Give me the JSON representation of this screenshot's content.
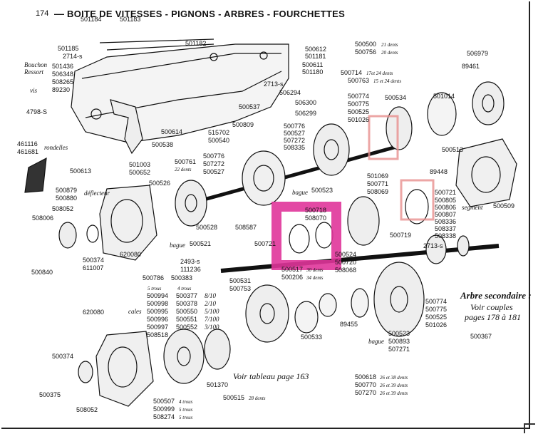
{
  "header": {
    "page_number": "174",
    "title": "BOITE DE VITESSES - PIGNONS - ARBRES - FOURCHETTES"
  },
  "highlights": {
    "primary_color": "#e0359a",
    "secondary_color": "#e8908f"
  },
  "labels": {
    "p501184": "501184",
    "p501183": "501183",
    "p501185": "501185",
    "p2714s_a": "2714-s",
    "p501182": "501182",
    "bouchon": "Bouchon",
    "ressort": "Ressort",
    "vis": "vis",
    "p501436": "501436",
    "p506348": "506348",
    "p508265": "508265",
    "p89230": "89230",
    "p500612": "500612",
    "p501181": "501181",
    "p500611": "500611",
    "p501180": "501180",
    "p500500": "500500",
    "p500500_n": "21 dents",
    "p500756": "500756",
    "p500756_n": "20 dents",
    "p506979": "506979",
    "p89461": "89461",
    "p2713s_a": "2713-s",
    "p506294": "506294",
    "p500714": "500714",
    "p500714_n": "17et 24 dents",
    "p500763": "500763",
    "p500763_n": "15 et 24 dents",
    "p500774_a": "500774",
    "p500775_a": "500775",
    "p500525_a": "500525",
    "p501026_a": "501026",
    "p500534": "500534",
    "p501014": "501014",
    "p4798s": "4798-S",
    "p500537": "500537",
    "p506300": "506300",
    "p506299": "506299",
    "p461116": "461116",
    "p461681": "461681",
    "rondelles": "rondelles",
    "p500614": "500614",
    "p515702": "515702",
    "p500540": "500540",
    "p500809": "500809",
    "p500776_a": "500776",
    "p500527_a": "500527",
    "p507272_a": "507272",
    "p508335": "508335",
    "p500513": "500513",
    "p500538": "500538",
    "p500613": "500613",
    "p501003": "501003",
    "p500652": "500652",
    "p500761": "500761",
    "p500761_n": "22 dents",
    "p500776_b": "500776",
    "p507272_b": "507272",
    "p500527_b": "500527",
    "p89448": "89448",
    "p501069": "501069",
    "p500771": "500771",
    "p508069": "508069",
    "p500879": "500879",
    "p500880": "500880",
    "deflecteur": "déflecteur",
    "p500526": "500526",
    "bague_a": "bague",
    "p500523_a": "500523",
    "p500721": "500721",
    "p500805": "500805",
    "p500806": "500806",
    "p500807": "500807",
    "p508336": "508336",
    "p508337": "508337",
    "p508338": "508338",
    "segment": "segment",
    "p500509": "500509",
    "p508052_a": "508052",
    "p508006": "508006",
    "p500719": "500719",
    "p500528": "500528",
    "p508587": "508587",
    "p500718": "500718",
    "p508070": "508070",
    "bague_b": "bague",
    "p500521": "500521",
    "p2713s_b": "2713-s",
    "p500721_b": "500721",
    "p500374_a": "500374",
    "p611007": "611007",
    "p620080_a": "620080",
    "p500524": "500524",
    "p500720": "500720",
    "p508068": "508068",
    "p500840": "500840",
    "p2493s": "2493-s",
    "p111236": "111236",
    "p500517": "500517",
    "p500517_n": "30 dents",
    "p500786": "500786",
    "p500383": "500383",
    "p500531": "500531",
    "p500753": "500753",
    "p500206": "500206",
    "p500206_n": "34 dents",
    "trous5": "5 trous",
    "trous4": "4 trous",
    "p500994": "500994",
    "p500998": "500998",
    "p500995": "500995",
    "p500996": "500996",
    "p500997": "500997",
    "p508518": "508518",
    "p500377": "500377",
    "p500378": "500378",
    "p500550": "500550",
    "p500551": "500551",
    "p500552": "500552",
    "r8_10": "8/10",
    "r2_10": "2/10",
    "r5_100": "5/100",
    "r7_100": "7/100",
    "r3_100": "3/100",
    "cales": "cales",
    "p620080_b": "620080",
    "p500533": "500533",
    "p89455": "89455",
    "p500774_b": "500774",
    "p500775_b": "500775",
    "p500525_b": "500525",
    "p501026_b": "501026",
    "arbre_sec": "Arbre secondaire :",
    "voir_couples": "Voir couples",
    "pages": "pages 178 à 181",
    "p500367": "500367",
    "bague_c": "bague",
    "p500523_b": "500523",
    "p500893": "500893",
    "p507271": "507271",
    "p500374_b": "500374",
    "voir_tableau": "Voir tableau page 163",
    "p500618": "500618",
    "p500618_n": "26 et 38 dents",
    "p500770": "500770",
    "p500770_n": "26 et 39 dents",
    "p507270": "507270",
    "p507270_n": "26 et 39 dents",
    "p500375": "500375",
    "p501370": "501370",
    "p500515": "500515",
    "p500515_n": "28 dents",
    "p508052_b": "508052",
    "p500507": "500507",
    "p500507_n": "4 trous",
    "p500999": "500999",
    "p500999_n": "5 trous",
    "p508274": "508274",
    "p508274_n": "5 trous"
  }
}
